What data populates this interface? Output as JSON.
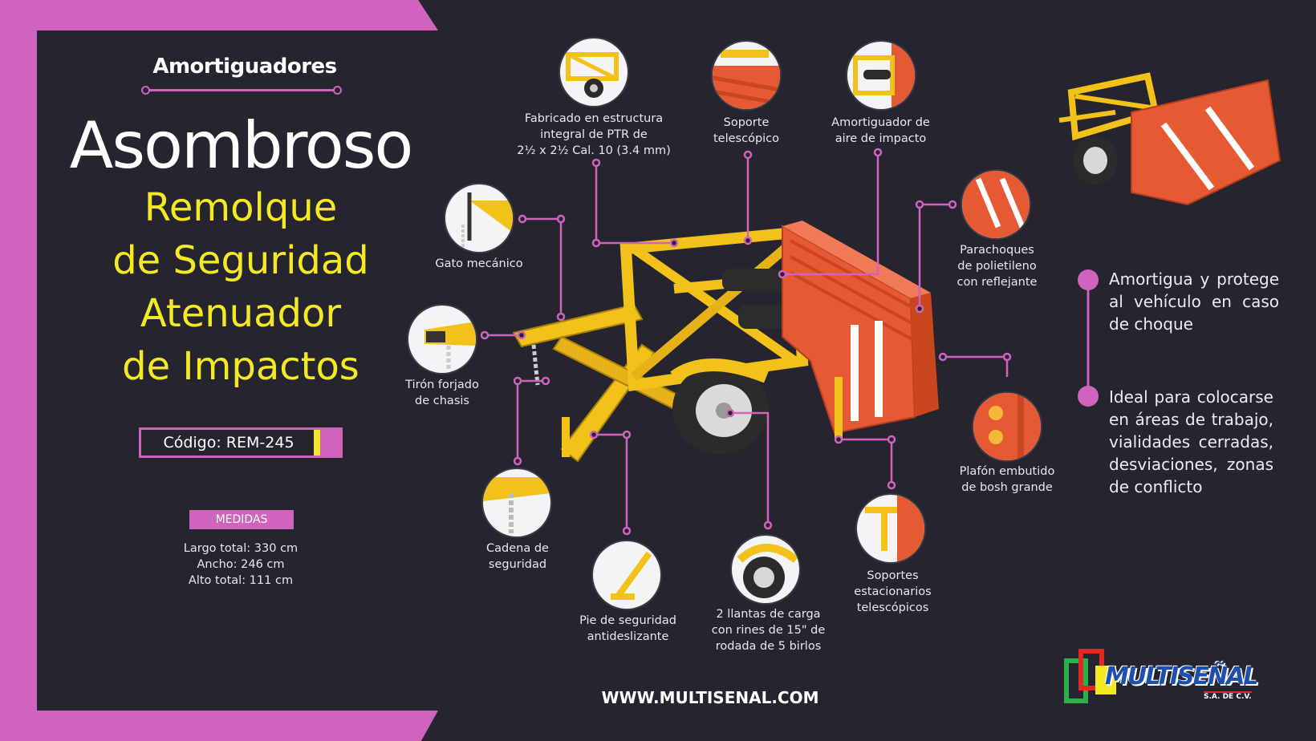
{
  "header": {
    "category": "Amortiguadores",
    "headline": "Asombroso",
    "product_lines": [
      "Remolque",
      "de Seguridad",
      "Atenuador",
      "de Impactos"
    ]
  },
  "code": {
    "label": "Código: REM-245"
  },
  "measures": {
    "title": "MEDIDAS",
    "lines": [
      "Largo total: 330 cm",
      "Ancho: 246 cm",
      "Alto total: 111 cm"
    ]
  },
  "callouts": {
    "estructura": "Fabricado en estructura\nintegral de PTR de\n2½ x 2½ Cal. 10 (3.4 mm)",
    "soporte_telescopico": "Soporte\ntelescópico",
    "amortiguador_aire": "Amortiguador de\naire de impacto",
    "gato": "Gato mecánico",
    "tiron": "Tirón forjado\nde chasis",
    "parachoques": "Parachoques\nde polietileno\ncon reflejante",
    "plafon": "Plafón embutido\nde bosh grande",
    "cadena": "Cadena de\nseguridad",
    "pie": "Pie de seguridad\nantideslizante",
    "llantas": "2 llantas de carga\ncon rines de 15\" de\nrodada de 5 birlos",
    "soportes_estacionarios": "Soportes\nestacionarios\ntelescópicos"
  },
  "features": [
    "Amortigua y protege al vehículo en caso de choque",
    "Ideal para colocarse en áreas de trabajo, vialidades cerradas, desviaciones, zonas de conflicto"
  ],
  "footer": {
    "website": "WWW.MULTISENAL.COM"
  },
  "logo": {
    "brand": "MULTISEÑAL",
    "suffix": "S.A. DE C.V."
  },
  "colors": {
    "background": "#26252f",
    "accent_pink": "#cf63bd",
    "accent_yellow": "#f3ea24",
    "trailer_yellow": "#f2c21b",
    "trailer_red": "#e65a33"
  }
}
